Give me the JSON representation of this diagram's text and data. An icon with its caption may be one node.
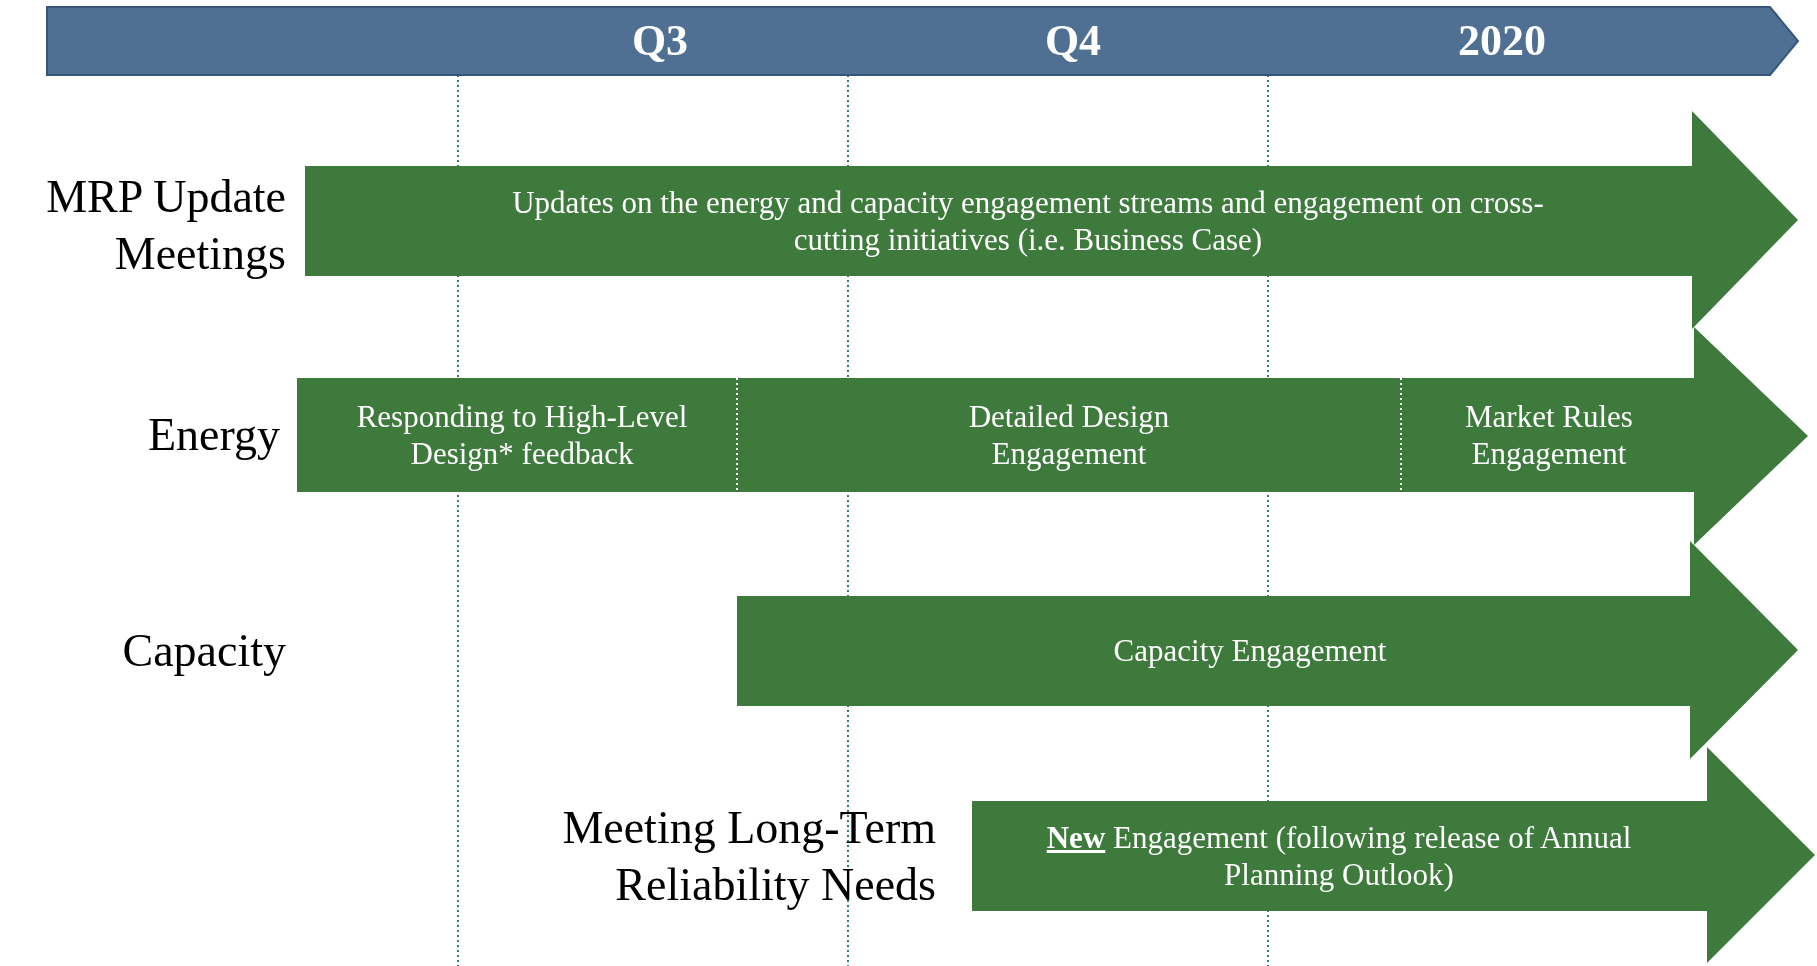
{
  "diagram": {
    "nodes": [
      {
        "text": [
          "Q3",
          "Q4",
          "2020"
        ]
      },
      {
        "text": [
          "Updates on the energy and capacity engagement streams and engagement on cross-cutting initiatives (i.e. Business Case)"
        ],
        "beside": [
          "MRP Update Meetings"
        ]
      },
      {
        "text": [
          "Responding to High-Level Design* feedback",
          "Detailed Design Engagement",
          "Market Rules Engagement"
        ],
        "beside": [
          "Energy"
        ]
      },
      {
        "text": [
          "Capacity Engagement"
        ]
      },
      {
        "text": [
          "**New** Engagement (following release of  Annual Planning Outlook)"
        ],
        "beside": [
          "Meeting Long-Term Reliability Needs"
        ]
      }
    ],
    "labels": [
      "Capacity"
    ]
  }
}
